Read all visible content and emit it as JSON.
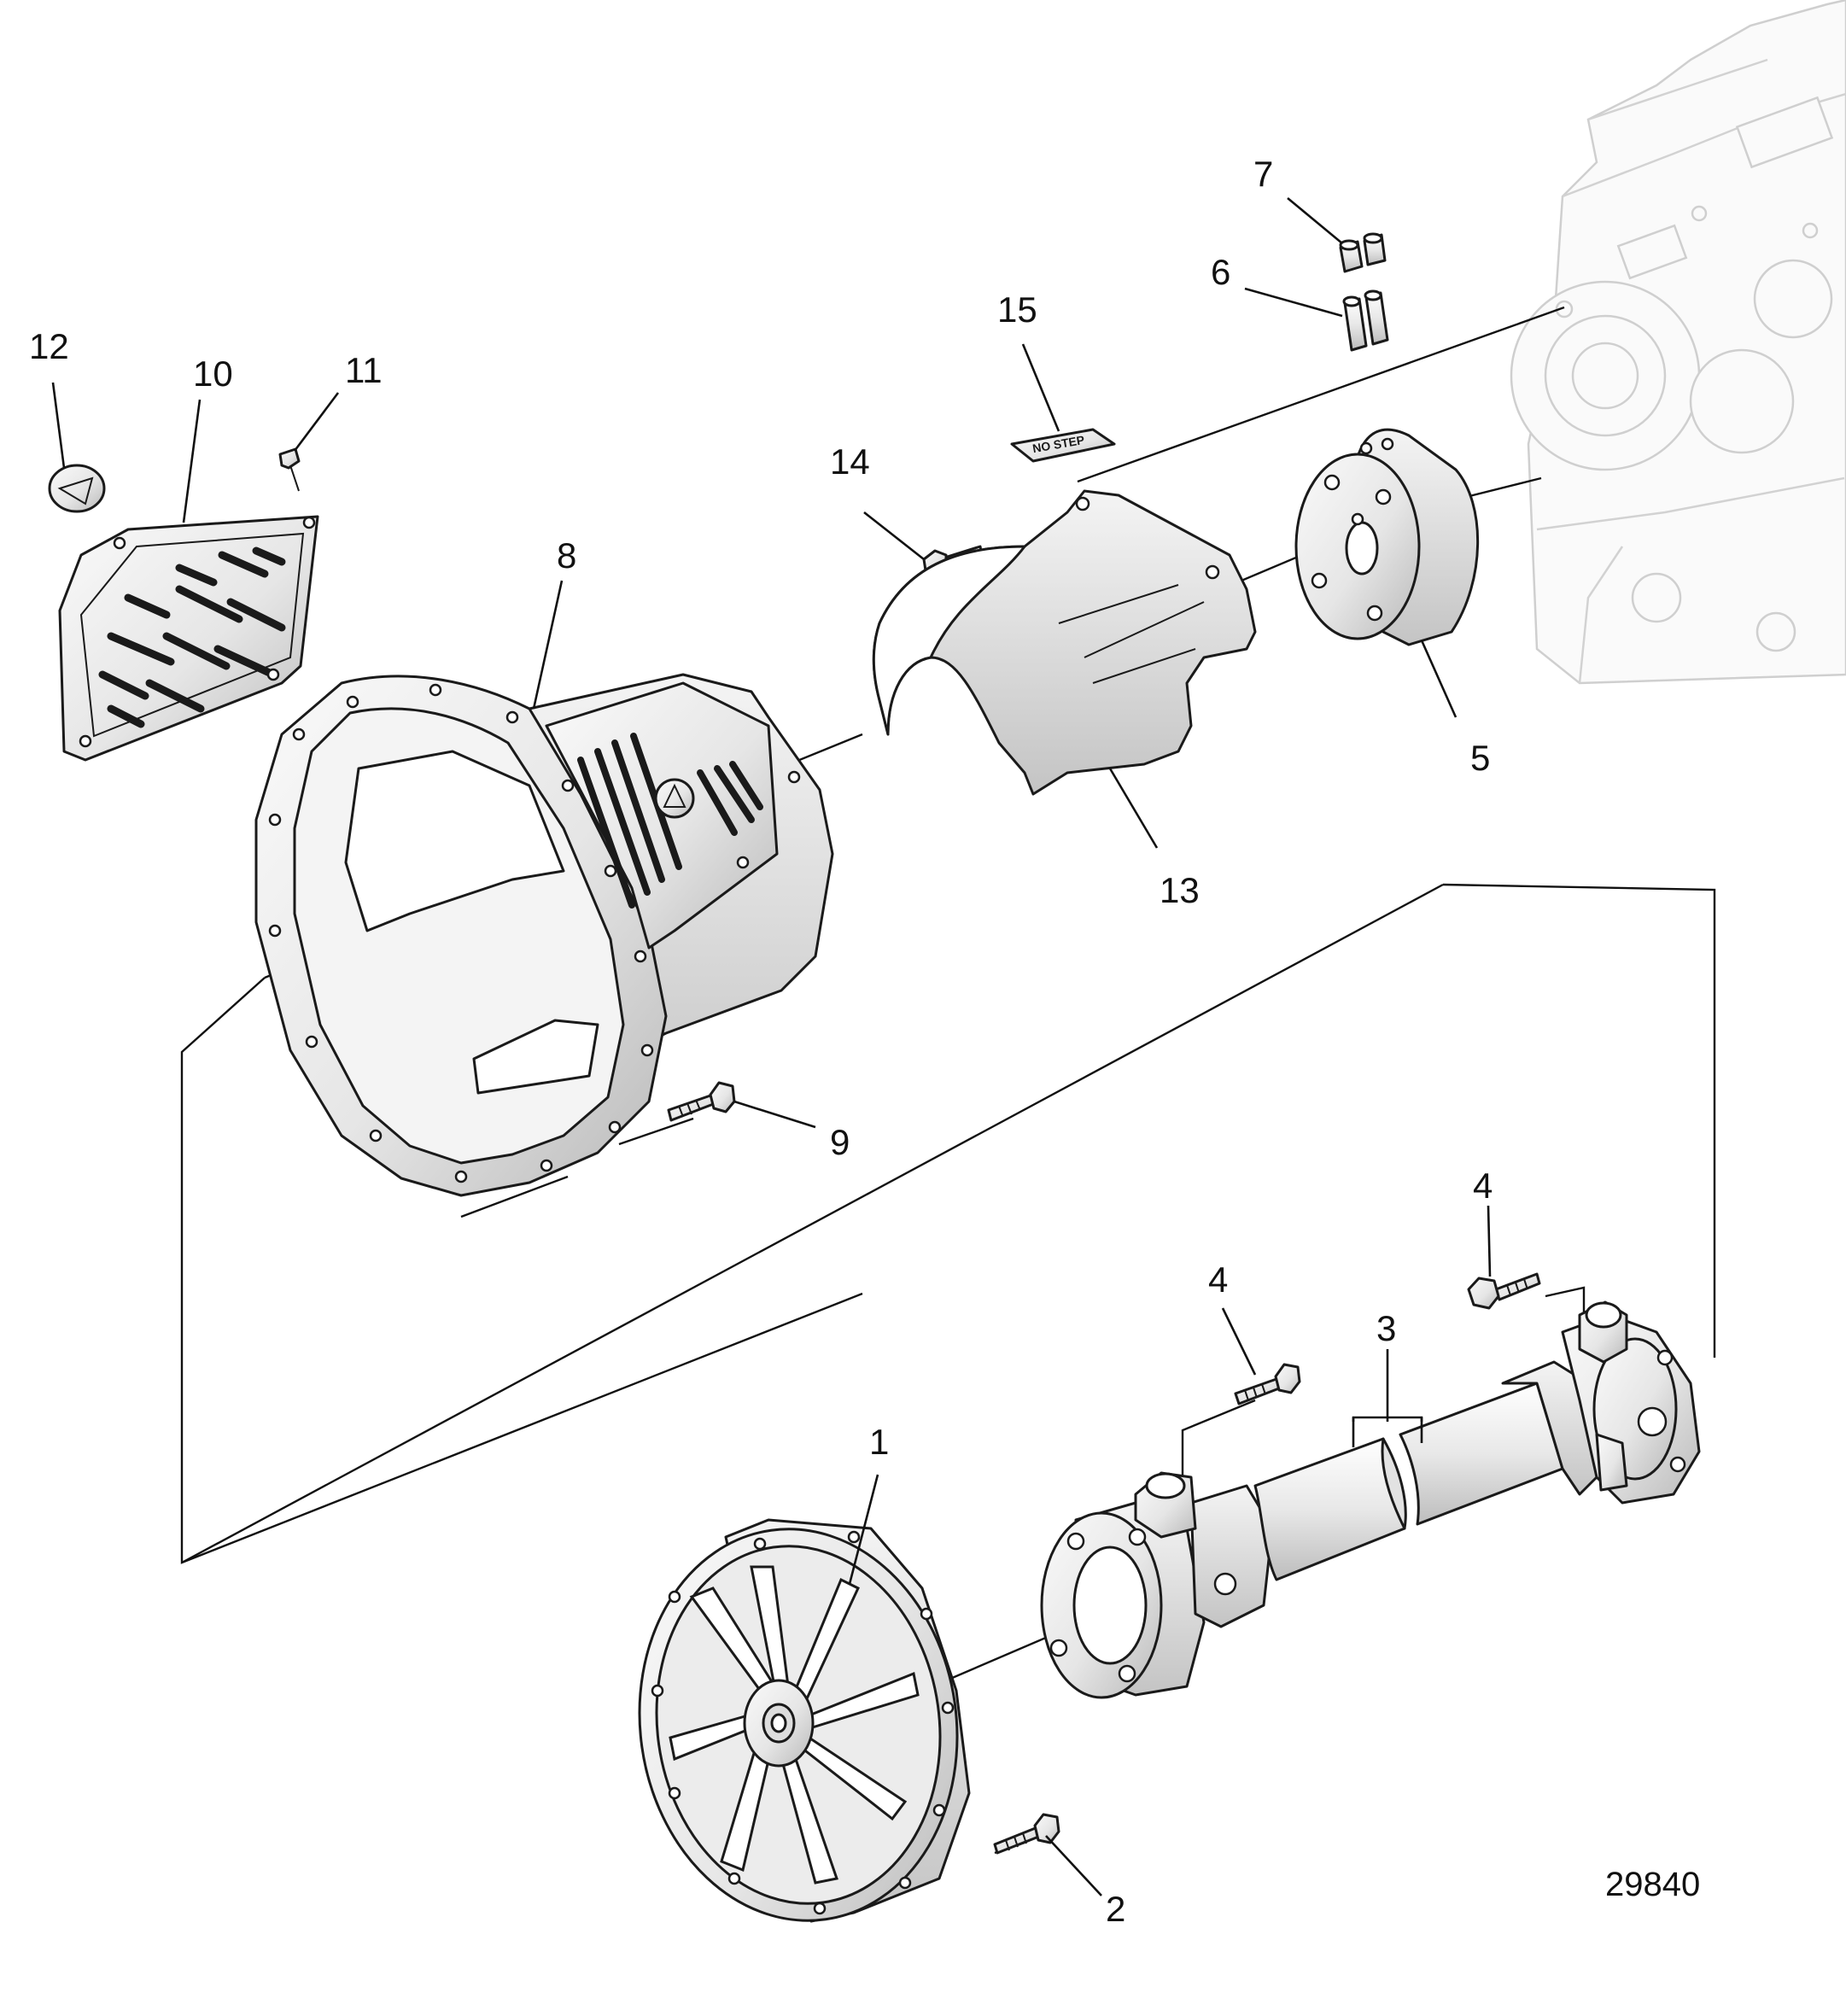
{
  "figure_number": "29840",
  "callouts": [
    {
      "id": "c1",
      "label": "1"
    },
    {
      "id": "c2",
      "label": "2"
    },
    {
      "id": "c3",
      "label": "3"
    },
    {
      "id": "c4a",
      "label": "4"
    },
    {
      "id": "c4b",
      "label": "4"
    },
    {
      "id": "c5",
      "label": "5"
    },
    {
      "id": "c6",
      "label": "6"
    },
    {
      "id": "c7",
      "label": "7"
    },
    {
      "id": "c8",
      "label": "8"
    },
    {
      "id": "c9",
      "label": "9"
    },
    {
      "id": "c10",
      "label": "10"
    },
    {
      "id": "c11",
      "label": "11"
    },
    {
      "id": "c12",
      "label": "12"
    },
    {
      "id": "c13",
      "label": "13"
    },
    {
      "id": "c14",
      "label": "14"
    },
    {
      "id": "c15",
      "label": "15"
    }
  ],
  "decal_text": "NO STEP",
  "colors": {
    "ink": "#111111",
    "part_fill": "#eeeeee",
    "part_shade": "#cfcfcf",
    "ghost": "#d2d2d2"
  }
}
